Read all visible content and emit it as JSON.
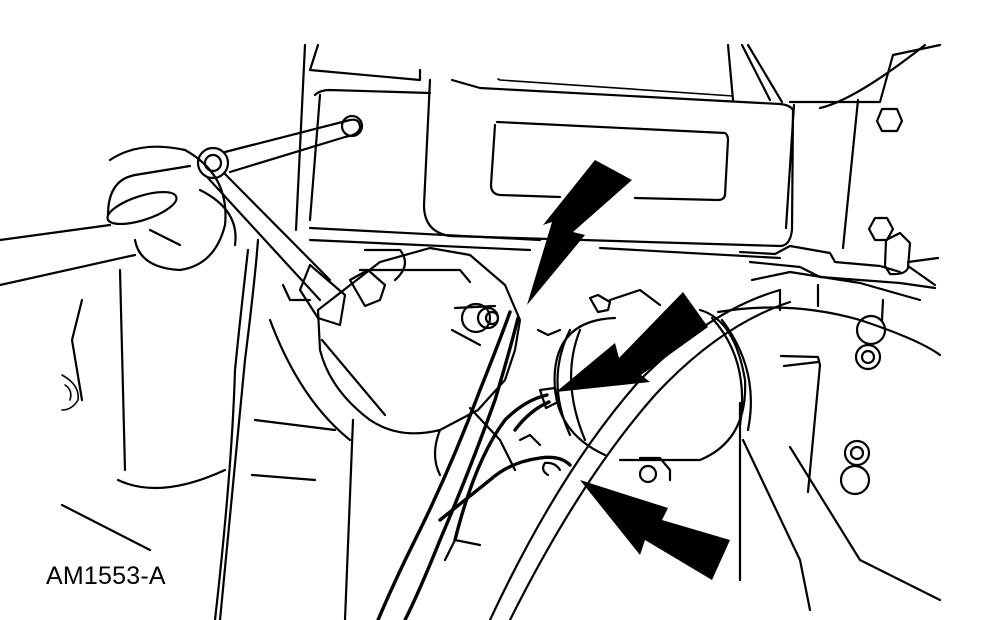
{
  "figure": {
    "label": "AM1553-A",
    "background": "#ffffff",
    "ink": "#000000"
  },
  "callouts": [
    {
      "id": "arrow-1",
      "points_to": "solenoid terminal wire connection (upper)"
    },
    {
      "id": "arrow-2",
      "points_to": "wire connector (middle)"
    },
    {
      "id": "arrow-3",
      "points_to": "wire connector (lower)"
    }
  ]
}
